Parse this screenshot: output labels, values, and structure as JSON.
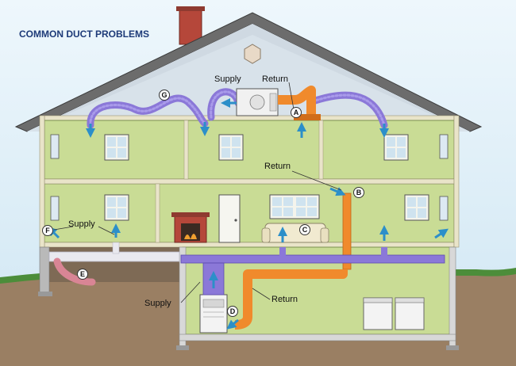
{
  "title": "COMMON DUCT PROBLEMS",
  "labels": {
    "supply_attic": "Supply",
    "return_attic": "Return",
    "return_middle": "Return",
    "supply_left": "Supply",
    "supply_basement": "Supply",
    "return_basement": "Return"
  },
  "markers": [
    "A",
    "B",
    "C",
    "D",
    "E",
    "F",
    "G"
  ],
  "colors": {
    "supply_duct": "#8b78d8",
    "return_duct": "#f08a2c",
    "air_arrow": "#2c8fc9",
    "wall": "#c9dc95",
    "sky": "#d9ecf6",
    "ground": "#9a7f63"
  }
}
